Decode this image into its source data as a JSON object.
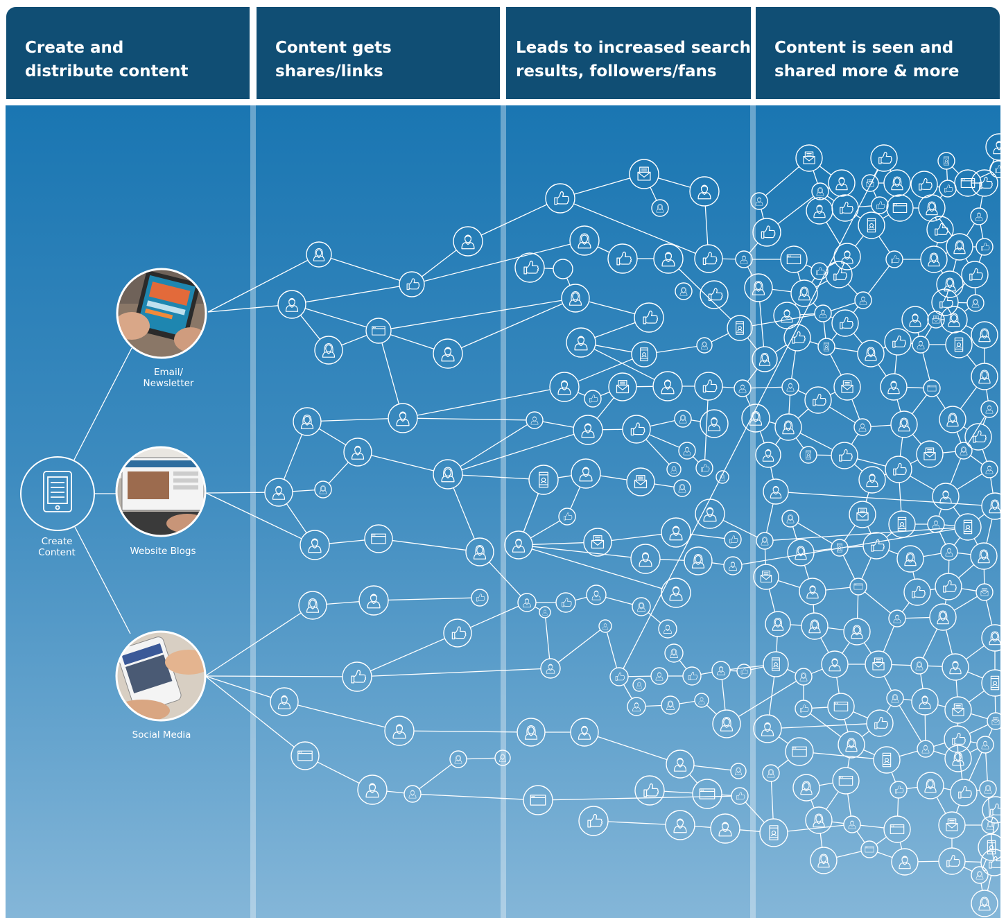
{
  "columns": [
    {
      "title": "Create and\ndistribute content"
    },
    {
      "title": "Content gets\nshares/links"
    },
    {
      "title": "Leads to increased search\nresults, followers/fans"
    },
    {
      "title": "Content is seen and\nshared more & more"
    }
  ],
  "sources": {
    "create": "Create\nContent",
    "email": "Email/\nNewsletter",
    "blogs": "Website Blogs",
    "social": "Social Media"
  },
  "colors": {
    "header": "#104e74",
    "panel_top": "#1a76b2",
    "panel_bottom": "#84b6d8",
    "line": "#ffffff"
  },
  "icon_legend": [
    "person-icon",
    "person-female-icon",
    "thumbs-up-icon",
    "envelope-icon",
    "browser-window-icon",
    "smartphone-icon"
  ]
}
